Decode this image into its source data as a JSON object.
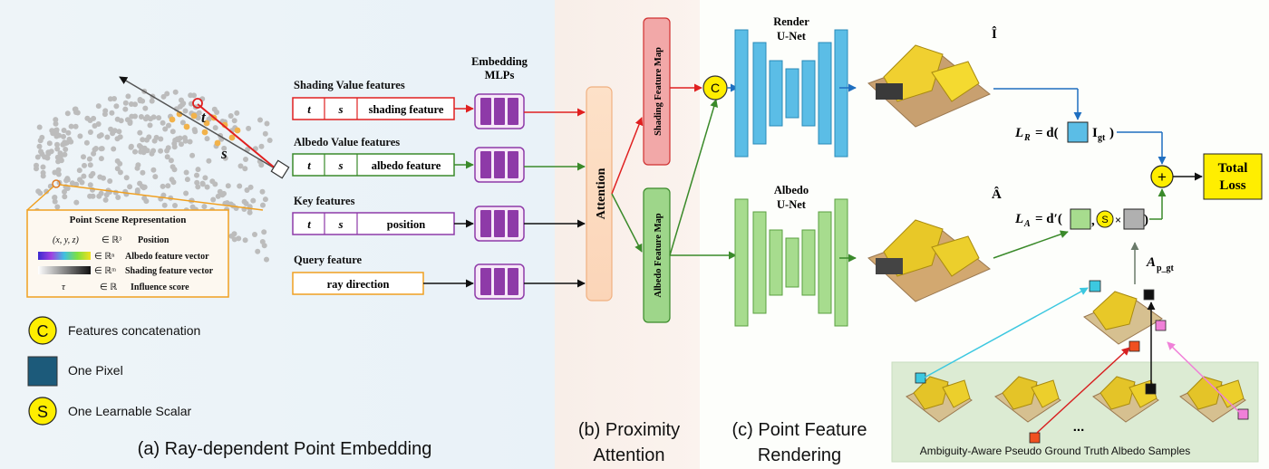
{
  "panels": {
    "a": {
      "caption": "(a) Ray-dependent Point Embedding"
    },
    "b": {
      "caption_line1": "(b) Proximity",
      "caption_line2": "Attention"
    },
    "c": {
      "caption_line1": "(c) Point Feature",
      "caption_line2": "Rendering"
    }
  },
  "ray": {
    "t_label": "t",
    "s_label": "s"
  },
  "point_scene": {
    "title": "Point Scene Representation",
    "rows": [
      {
        "symbol": "(x, y, z)",
        "space": "∈ ℝ³",
        "desc": "Position"
      },
      {
        "symbol": "",
        "space": "∈ ℝⁿ",
        "desc": "Albedo feature vector"
      },
      {
        "symbol": "",
        "space": "∈ ℝᵐ",
        "desc": "Shading feature vector"
      },
      {
        "symbol": "τ",
        "space": "∈ ℝ",
        "desc": "Influence score"
      }
    ]
  },
  "legend": [
    {
      "glyph": "C",
      "label": "Features concatenation"
    },
    {
      "glyph": "",
      "label": "One Pixel"
    },
    {
      "glyph": "S",
      "label": "One Learnable Scalar"
    }
  ],
  "features": {
    "shading": {
      "title": "Shading Value features",
      "t": "t",
      "s": "s",
      "value": "shading feature"
    },
    "albedo": {
      "title": "Albedo Value features",
      "t": "t",
      "s": "s",
      "value": "albedo feature"
    },
    "key": {
      "title": "Key features",
      "t": "t",
      "s": "s",
      "value": "position"
    },
    "query": {
      "title": "Query feature",
      "value": "ray direction"
    }
  },
  "mlp": {
    "title_line1": "Embedding",
    "title_line2": "MLPs"
  },
  "attention": {
    "label": "Attention"
  },
  "maps": {
    "shading": "Shading Feature Map",
    "albedo": "Albedo Feature Map"
  },
  "concat_symbol": "C",
  "render_unet": {
    "line1": "Render",
    "line2": "U-Net"
  },
  "albedo_unet": {
    "line1": "Albedo",
    "line2": "U-Net"
  },
  "loss": {
    "i_hat": "Î",
    "a_hat": "Â",
    "lr_lhs": "L",
    "lr_sub": "R",
    "lr_eq": "= d(",
    "lr_gt": "I",
    "lr_gt_sub": "gt",
    "lr_close": ")",
    "la_lhs": "L",
    "la_sub": "A",
    "la_eq": "= d′(",
    "la_comma": ",",
    "scalar": "S",
    "times": "×",
    "la_close": ")",
    "plus": "+",
    "total_line1": "Total",
    "total_line2": "Loss",
    "apgt": "A",
    "apgt_sub": "p_gt"
  },
  "samples": {
    "caption": "Ambiguity-Aware Pseudo Ground Truth Albedo Samples",
    "dots": "..."
  },
  "colors": {
    "shading": "#e02020",
    "albedo": "#3a8a2a",
    "key": "#8e3aa8",
    "query": "#f0a020",
    "mlp_fill": "#b864c8",
    "unet_blue": "#5bbde6",
    "unet_green": "#a7dc8e",
    "yellow": "#ffee00",
    "pixel": "#1c5a7a"
  }
}
